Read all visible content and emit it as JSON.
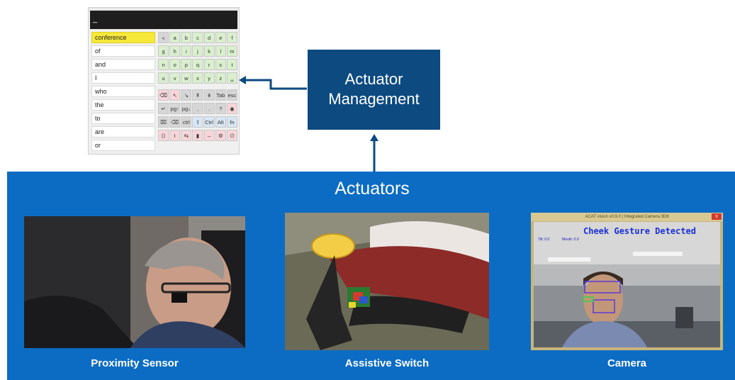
{
  "keyboard": {
    "input_text": "_",
    "words": [
      "conference",
      "of",
      "and",
      "I",
      "who",
      "the",
      "to",
      "are",
      "or"
    ],
    "selected_word": "conference",
    "letter_rows": [
      [
        "«",
        "a",
        "b",
        "c",
        "d",
        "e",
        "f"
      ],
      [
        "g",
        "h",
        "i",
        "j",
        "k",
        "l",
        "m"
      ],
      [
        "n",
        "o",
        "p",
        "q",
        "r",
        "s",
        "t"
      ],
      [
        "u",
        "v",
        "w",
        "x",
        "y",
        "z",
        "␣"
      ]
    ],
    "control_rows": [
      [
        "⌫",
        "↖",
        "↘",
        "⇞",
        "⇟",
        "Tab",
        "esc"
      ],
      [
        "↵",
        "pg↑",
        "pg↓",
        ",",
        ".",
        "?",
        "◉"
      ],
      [
        "⌧",
        "⌫",
        "ctrl",
        "⇧",
        "Ctrl",
        "Alt",
        "fn"
      ],
      [
        "⟨⟩",
        "I",
        "⇆",
        "▮",
        "↔",
        "⚙",
        "⏻"
      ]
    ]
  },
  "management": {
    "line1": "Actuator",
    "line2": "Management"
  },
  "actuators": {
    "title": "Actuators",
    "items": [
      {
        "caption": "Proximity Sensor"
      },
      {
        "caption": "Assistive Switch"
      },
      {
        "caption": "Camera"
      }
    ],
    "camera": {
      "window_title": "ACAT vision v0.9.0 | Integrated Camera 3D8",
      "gesture_text": "Cheek Gesture Detected",
      "small_a": "Tilt: 0.0",
      "small_b": "Mouth: 0.0",
      "close": "x"
    }
  },
  "colors": {
    "band": "#0c6cc3",
    "management": "#0c4a80",
    "selected_word": "#f6e83b"
  }
}
